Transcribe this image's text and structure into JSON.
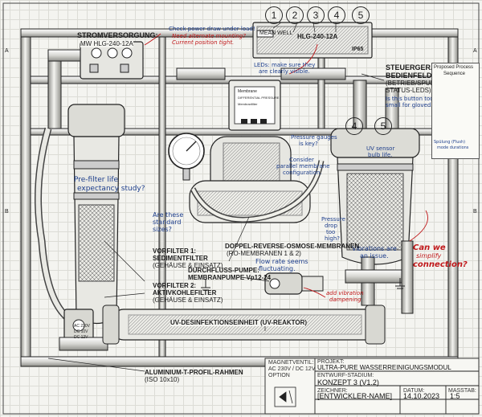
{
  "callouts": {
    "c1": "1",
    "c2": "2",
    "c3": "3",
    "c4": "4",
    "c5": "5",
    "c4b": "4",
    "c5b": "5"
  },
  "psu": {
    "title": "STROMVERSORGUNG:",
    "model": "MW HLG-240-12A",
    "unit_label": "HLG-240-12A",
    "unit_brand": "MEAN WELL",
    "ip_rating": "IP65"
  },
  "notes_top": {
    "power_draw": "Check power draw under load!",
    "mounting_1": "Need alternate mounting?",
    "mounting_2": "Current position tight.",
    "leds_1": "LEDs: make sure they",
    "leds_2": "are clearly visible."
  },
  "controller": {
    "title_1": "STEUERGERÄT:",
    "title_2": "BEDIENFELD",
    "subtitle_1": "(BETRIEB/SPULUNG",
    "subtitle_2": "STATUS-LEDS)",
    "note_1": "Is this button too",
    "note_2": "small for gloved hand?"
  },
  "sequence": {
    "title_1": "Proposed Process",
    "title_2": "Sequence",
    "note_1": "Spülung (Flush)",
    "note_2": "mode durations"
  },
  "membrane_panel": {
    "line1": "Membrane",
    "line2": "DIFFERENTIAL PRESSURE",
    "line3": "Membranfilter"
  },
  "notes_mid": {
    "prefilter_1": "Pre-filter life",
    "prefilter_2": "expectancy study?",
    "standard_1": "Are these",
    "standard_2": "standard",
    "standard_3": "sizes?",
    "pressure_1": "Pressure gauges",
    "pressure_2": "is key?",
    "parallel_1": "Consider",
    "parallel_2": "parallel membrane",
    "parallel_3": "configuration.",
    "uv_bulb_1": "UV sensor",
    "uv_bulb_2": "bulb life.",
    "pdrop_1": "Pressure",
    "pdrop_2": "drop",
    "pdrop_3": "too",
    "pdrop_4": "high?",
    "vibr_1": "Vibrations are",
    "vibr_2": "an issue.",
    "flow_1": "Flow rate seems",
    "flow_2": "fluctuating.",
    "canwe_1": "Can we",
    "canwe_2": "simplify",
    "canwe_3": "connection?",
    "damp_1": "add vibration",
    "damp_2": "dampening"
  },
  "labels": {
    "pre1_title_1": "VORFILTER 1:",
    "pre1_title_2": "SEDIMENTFILTER",
    "pre1_sub": "(GEHÄUSE & EINSATZ)",
    "pre2_title": "VORFILTER 2:",
    "pre2_title_2": "AKTIVKOHLEFILTER",
    "pre2_sub": "(GEHÄUSE & EINSATZ)",
    "ro_title": "DOPPEL-REVERSE-OSMOSE-MEMBRANEN",
    "ro_sub": "(RO-MEMBRANEN 1 & 2)",
    "pump_title_1": "DURCHFLUSS-PUMPE:",
    "pump_title_2": "MEMBRANPUMPE Vp12-24",
    "uv_title": "UV-DESINFEKTIONSEINHEIT (UV-REAKTOR)",
    "frame_title": "ALUMINIUM-T-PROFIL-RAHMEN",
    "frame_sub": "(ISO 10x10)",
    "valve_1": "AC 230V",
    "valve_2": "DC 10V",
    "valve_3": "DC 12V"
  },
  "title_block": {
    "valve_label_1": "MAGNETVENTIL:",
    "valve_label_2": "AC 230V / DC 12V",
    "valve_label_3": "OPTION",
    "project_label": "PROJEKT:",
    "project": "ULTRA-PURE WASSERREINIGUNGSMODUL",
    "stage_label": "ENTWURF-STADIUM:",
    "stage": "KONZEPT 3 (V1.2)",
    "drawer_label": "ZEICHNER:",
    "drawer": "[ENTWICKLER-NAME]",
    "date_label": "DATUM:",
    "date": "14.10.2023",
    "scale_label": "MASSTAB:",
    "scale": "1:5"
  },
  "border": {
    "a_left": "A",
    "a_right": "A",
    "b_left": "B",
    "b_right": "B"
  }
}
